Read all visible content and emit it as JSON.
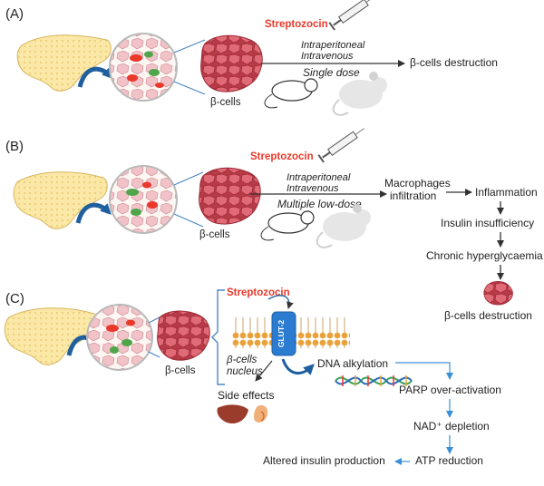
{
  "panels": [
    {
      "label": "(A)",
      "drug": "Streptozocin",
      "route_1": "Intraperitoneal",
      "route_2": "Intravenous",
      "dose": "Single dose",
      "cells_label": "β-cells",
      "outcome": "β-cells destruction"
    },
    {
      "label": "(B)",
      "drug": "Streptozocin",
      "route_1": "Intraperitoneal",
      "route_2": "Intravenous",
      "dose": "Multiple low-dose",
      "cells_label": "β-cells",
      "outcome_1": "Macrophages",
      "outcome_2": "infiltration",
      "cascade": [
        "Inflammation",
        "Insulin insufficiency",
        "Chronic hyperglycaemia",
        "β-cells destruction"
      ]
    },
    {
      "label": "(C)",
      "drug": "Streptozocin",
      "cells_label": "β-cells",
      "transporter": "GLUT-2",
      "nucleus_1": "β-cells",
      "nucleus_2": "nucleus",
      "side_effects": "Side effects",
      "cascade": [
        "DNA alkylation",
        "PARP over-activation",
        "NAD⁺ depletion",
        "ATP reduction",
        "Altered insulin production"
      ]
    }
  ],
  "colors": {
    "accent_red": "#e8392b",
    "blue_arrow": "#1f5f9e",
    "flow_blue": "#3a8fd6",
    "pancreas": "#fbe8a6",
    "beta_cell": "#d94f5c",
    "membrane": "#e9a23b",
    "glut2": "#2b7bd1"
  }
}
